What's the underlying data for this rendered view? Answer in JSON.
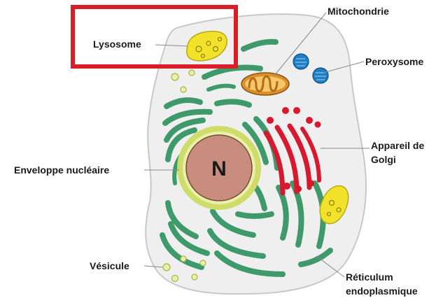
{
  "labels": {
    "lysosome": "Lysosome",
    "mitochondrie": "Mitochondrie",
    "peroxysome": "Peroxysome",
    "golgi_line1": "Appareil de",
    "golgi_line2": "Golgi",
    "enveloppe": "Enveloppe nucléaire",
    "vesicule": "Vésicule",
    "reticulum_line1": "Réticulum",
    "reticulum_line2": "endoplasmique",
    "nucleus": "N"
  },
  "colors": {
    "cytoplasm": "#efefef",
    "cell_outline": "#c8c8c8",
    "reticulum": "#3f9a6b",
    "golgi": "#d7192f",
    "nuclear_envelope": "#cfdc6a",
    "nucleus": "#c98d7d",
    "lysosome": "#f2e32a",
    "mitochondrion_outer": "#d98f2a",
    "peroxisome": "#1f7fc4",
    "highlight_box": "#d81f27"
  }
}
